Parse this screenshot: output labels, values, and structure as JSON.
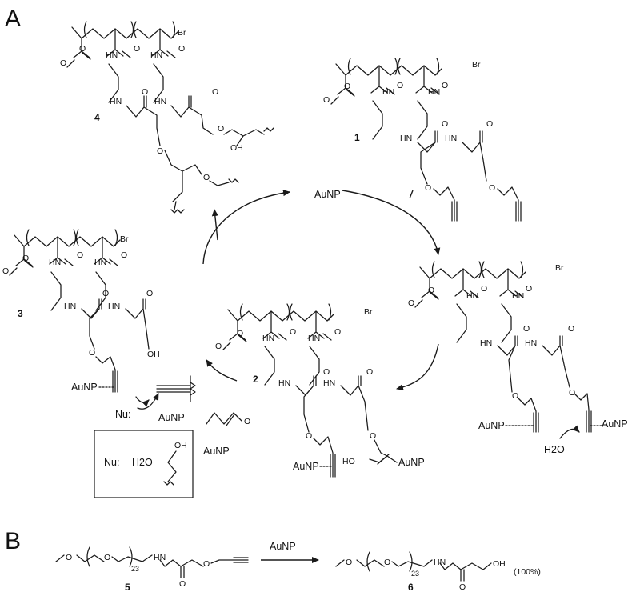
{
  "panels": {
    "a": "A",
    "b": "B"
  },
  "compounds": {
    "c1": "1",
    "c2": "2",
    "c3": "3",
    "c4": "4",
    "c5": "5",
    "c6": "6"
  },
  "atoms": {
    "br": "Br",
    "o": "O",
    "hn": "HN",
    "oh": "OH",
    "oh_broken": "OH",
    "h2o": "H2O",
    "ho": "HO"
  },
  "reagents": {
    "aunp": "AuNP",
    "nu": "Nu:",
    "nu_box_label": "Nu:",
    "pct": "(100%)",
    "n23": "23"
  }
}
